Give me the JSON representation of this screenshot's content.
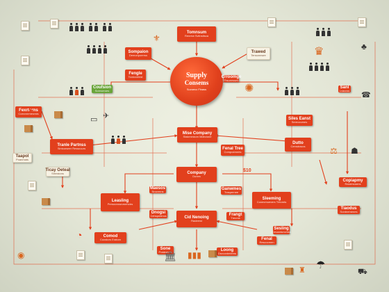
{
  "hub": {
    "title_line1": "Supply",
    "title_line2": "Consems",
    "subtitle": "Suvoecc Flnass"
  },
  "nodes": [
    {
      "id": "n1",
      "title": "Tomnsum",
      "sub": "Renrew Svitnsitsca",
      "color": "red"
    },
    {
      "id": "n2",
      "title": "Sompaion",
      "sub": "Demonpoerrss",
      "color": "red"
    },
    {
      "id": "n3",
      "title": "Trawed",
      "sub": "Tensonnwre",
      "color": "cream"
    },
    {
      "id": "n4",
      "title": "Coufsion",
      "sub": "Sornseroes",
      "color": "green"
    },
    {
      "id": "n5",
      "title": "Fengle",
      "sub": "Tcoicccenst",
      "color": "red"
    },
    {
      "id": "n6",
      "title": "Siles Eanst",
      "sub": "Sereocumes",
      "color": "red"
    },
    {
      "id": "n7",
      "title": "Mise Company",
      "sub": "Stakenrstom Mdeclone",
      "color": "red"
    },
    {
      "id": "n8",
      "title": "Tranle Partnss",
      "sub": "Sintcorseer Resscuurs",
      "color": "red"
    },
    {
      "id": "n9",
      "title": "Fenal Tree",
      "sub": "Compoemmts",
      "color": "red"
    },
    {
      "id": "n10",
      "title": "Dutto",
      "sub": "Cemstraccs",
      "color": "red"
    },
    {
      "id": "n11",
      "title": "Company",
      "sub": "Dunes",
      "color": "red"
    },
    {
      "id": "n12",
      "title": "Leasling",
      "sub": "Persooncwumenotrs",
      "color": "red"
    },
    {
      "id": "n13",
      "title": "Maesos",
      "sub": "Srocrmns",
      "color": "red"
    },
    {
      "id": "n14",
      "title": "Ganwmes",
      "sub": "Traspernee",
      "color": "red"
    },
    {
      "id": "n15",
      "title": "Sleeming",
      "sub": "Conecmuevers Treomts",
      "color": "red"
    },
    {
      "id": "n16",
      "title": "Cid Nenoing",
      "sub": "Raoleest",
      "color": "red"
    },
    {
      "id": "n17",
      "title": "Dnogsi",
      "sub": "Cehspniencs",
      "color": "red"
    },
    {
      "id": "n18",
      "title": "Frangt",
      "sub": "Trecrss",
      "color": "red"
    },
    {
      "id": "n19",
      "title": "Loong",
      "sub": "Dsroontmtems",
      "color": "red"
    },
    {
      "id": "n20",
      "title": "Fenal",
      "sub": "Rescocmen",
      "color": "red"
    },
    {
      "id": "n21",
      "title": "Comod",
      "sub": "Coostors Eratom",
      "color": "red"
    },
    {
      "id": "n22",
      "title": "Copiapmy",
      "sub": "Rauersoarns",
      "color": "red"
    },
    {
      "id": "n23",
      "title": "Tiaodus",
      "sub": "Sordnemenes",
      "color": "red"
    },
    {
      "id": "n24",
      "title": "Sanl",
      "sub": "Lvaccss",
      "color": "red"
    },
    {
      "id": "n25",
      "title": "Crroomge",
      "sub": "Frsueesses",
      "color": "red"
    },
    {
      "id": "n26",
      "title": "Sesling",
      "sub": "Cmuoxtuncmss",
      "color": "red"
    },
    {
      "id": "n27",
      "title": "Ticay Oeteal",
      "sub": "Smnstons",
      "color": "cream"
    },
    {
      "id": "n28",
      "title": "Taapol",
      "sub": "Poanmats",
      "color": "cream"
    },
    {
      "id": "n29",
      "title": "Fexrtorns",
      "sub": "Coecnnrmeorsts",
      "color": "red"
    },
    {
      "id": "n30",
      "title": "Sone",
      "sub": "Posteanns",
      "color": "red"
    }
  ],
  "cost_label": "$10",
  "colors": {
    "primary_red": "#e2401d",
    "accent_green": "#6aa53a",
    "connector": "#e2401d",
    "background": "#e6e8d9"
  }
}
